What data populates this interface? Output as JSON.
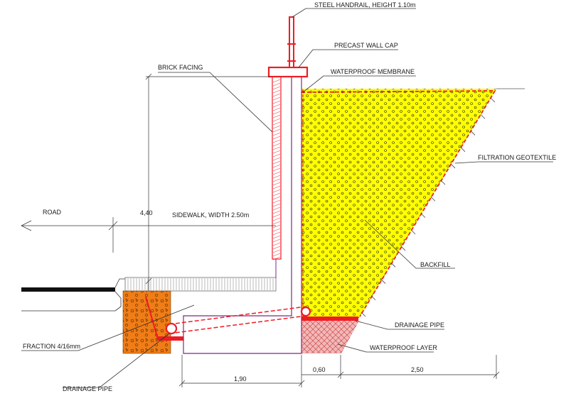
{
  "labels": {
    "handrail": "STEEL HANDRAIL, HEIGHT 1.10m",
    "wall_cap": "PRECAST WALL CAP",
    "brick_facing": "BRICK FACING",
    "membrane": "WATERPROOF MEMBRANE",
    "geotextile": "FILTRATION GEOTEXTILE",
    "road": "ROAD",
    "sidewalk": "SIDEWALK, WIDTH 2.50m",
    "backfill": "BACKFILL",
    "drainage_pipe_right": "DRAINAGE PIPE",
    "waterproof_layer": "WATERPROOF LAYER",
    "fraction": "FRACTION 4/16mm",
    "drainage_pipe_left": "DRAINAGE PIPE"
  },
  "dimensions": {
    "height": "4,40",
    "base_width": "1,90",
    "toe_width": "0,60",
    "backfill_width": "2,50"
  },
  "colors": {
    "backfill": "#ffff00",
    "red": "#ee1c24",
    "gravel": "#f07d17",
    "wall": "#7b2b82",
    "waterproof_layer": "#f3b8b8"
  }
}
